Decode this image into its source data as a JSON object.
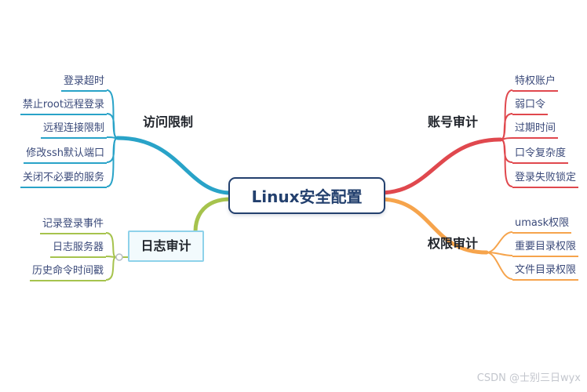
{
  "title": "Linux安全配置",
  "branches": {
    "access": {
      "label": "访问限制",
      "color": "#29a3c8",
      "items": [
        "登录超时",
        "禁止root远程登录",
        "远程连接限制",
        "修改ssh默认端口",
        "关闭不必要的服务"
      ]
    },
    "account": {
      "label": "账号审计",
      "color": "#e0484e",
      "items": [
        "特权账户",
        "弱口令",
        "过期时间",
        "口令复杂度",
        "登录失败锁定"
      ]
    },
    "log": {
      "label": "日志审计",
      "color": "#a6c34d",
      "items": [
        "记录登录事件",
        "日志服务器",
        "历史命令时间戳"
      ]
    },
    "permission": {
      "label": "权限审计",
      "color": "#f6a44c",
      "items": [
        "umask权限",
        "重要目录权限",
        "文件目录权限"
      ]
    }
  },
  "theme": {
    "center_border": "#23406e",
    "log_box_border": "#8ed2ea",
    "leaf_text": "#3b4a7a",
    "branch_label_text": "#20242b",
    "watermark_text": "#c3c6cd",
    "background": "#ffffff"
  },
  "watermark": "CSDN @士别三日wyx"
}
